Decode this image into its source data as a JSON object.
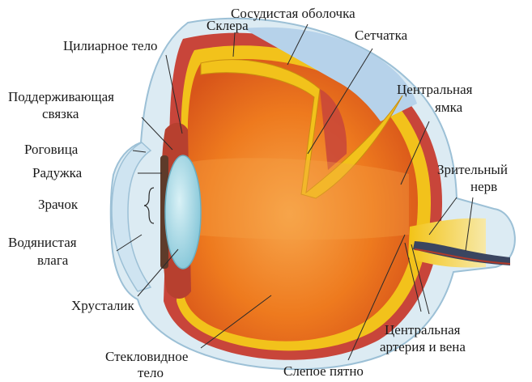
{
  "labels": {
    "ciliary_body": "Цилиарное тело",
    "sclera": "Склера",
    "choroid": "Сосудистая оболочка",
    "retina": "Сетчатка",
    "zonule_line1": "Поддерживающая",
    "zonule_line2": "связка",
    "fovea_line1": "Центральная",
    "fovea_line2": "ямка",
    "cornea": "Роговица",
    "iris": "Радужка",
    "pupil": "Зрачок",
    "optic_nerve_line1": "Зрительный",
    "optic_nerve_line2": "нерв",
    "aqueous_line1": "Водянистая",
    "aqueous_line2": "влага",
    "lens": "Хрусталик",
    "vitreous_line1": "Стекловидное",
    "vitreous_line2": "тело",
    "artery_line1": "Центральная",
    "artery_line2": "артерия и вена",
    "blind_spot": "Слепое пятно"
  },
  "colors": {
    "sclera_fill": "#dcebf3",
    "sclera_edge": "#9cc0d6",
    "choroid": "#c8453a",
    "retina": "#f2c21b",
    "vitreous": "#ef7d1f",
    "vitreous_light": "#f6a248",
    "lens": "#a9dbe6",
    "cut_face": "#b6d2ea"
  }
}
